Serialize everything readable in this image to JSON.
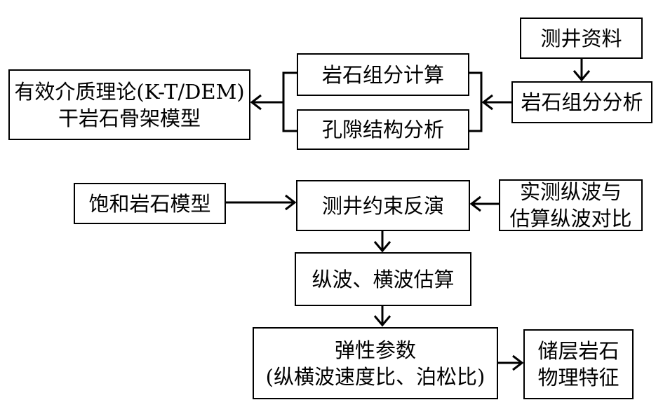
{
  "nodes": {
    "well_data": "测井资料",
    "rock_composition_analysis": "岩石组分分析",
    "rock_composition_calc": "岩石组分计算",
    "pore_structure_analysis": "孔隙结构分析",
    "dry_rock_model": {
      "line1": "有效介质理论(K-T/DEM)",
      "line2": "干岩石骨架模型"
    },
    "saturated_rock_model": "饱和岩石模型",
    "well_constrained_inversion": "测井约束反演",
    "measured_vs_estimated": {
      "line1": "实测纵波与",
      "line2": "估算纵波对比"
    },
    "p_s_wave_estimation": "纵波、横波估算",
    "elastic_params": {
      "line1": "弹性参数",
      "line2": "(纵横波速度比、泊松比)"
    },
    "reservoir_physical": {
      "line1": "储层岩石",
      "line2": "物理特征"
    }
  }
}
